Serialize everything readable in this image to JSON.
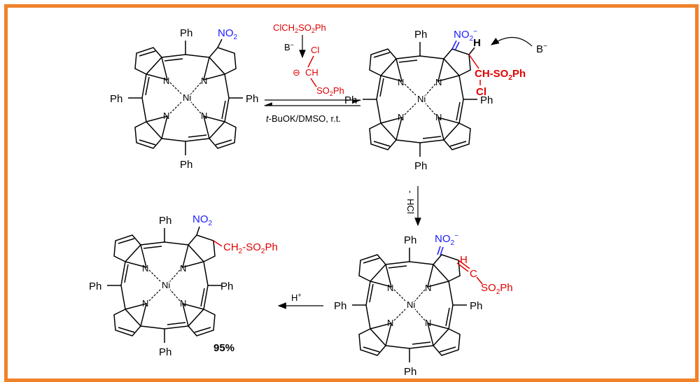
{
  "labels": {
    "ph": "Ph",
    "ni": "Ni",
    "n": "N",
    "no2": "NO",
    "no2_sub": "2",
    "no2_charge": "−",
    "reagent_top_1": "ClCH",
    "reagent_top_sub": "2",
    "reagent_top_2": "SO",
    "reagent_top_sub2": "2",
    "reagent_top_3": "Ph",
    "base": "B",
    "base_charge": "−",
    "carbanion_cl": "Cl",
    "carbanion_ch": "CH",
    "carbanion_so2ph_1": "SO",
    "carbanion_so2ph_sub": "2",
    "carbanion_so2ph_2": "Ph",
    "carbanion_charge": "⊖",
    "conditions_italic": "t",
    "conditions_rest": "-BuOK/DMSO, r.t.",
    "adduct_h": "H",
    "adduct_ch": "CH-SO",
    "adduct_ch_sub": "2",
    "adduct_ch_ph": "Ph",
    "adduct_cl": "Cl",
    "base_right": "B",
    "base_right_charge": "−",
    "elim_minus": "-",
    "elim_hcl": "HCl",
    "alkene_h": "H",
    "alkene_c": "C",
    "alkene_so2ph_1": "SO",
    "alkene_so2ph_sub": "2",
    "alkene_so2ph_2": "Ph",
    "proton": "H",
    "proton_charge": "+",
    "product_sub_1": "CH",
    "product_sub_sub": "2",
    "product_sub_2": "-SO",
    "product_sub_sub2": "2",
    "product_sub_3": "Ph",
    "yield": "95%"
  },
  "colors": {
    "frame": "#f0822a",
    "red": "#e00000",
    "blue": "#1a1aff"
  }
}
